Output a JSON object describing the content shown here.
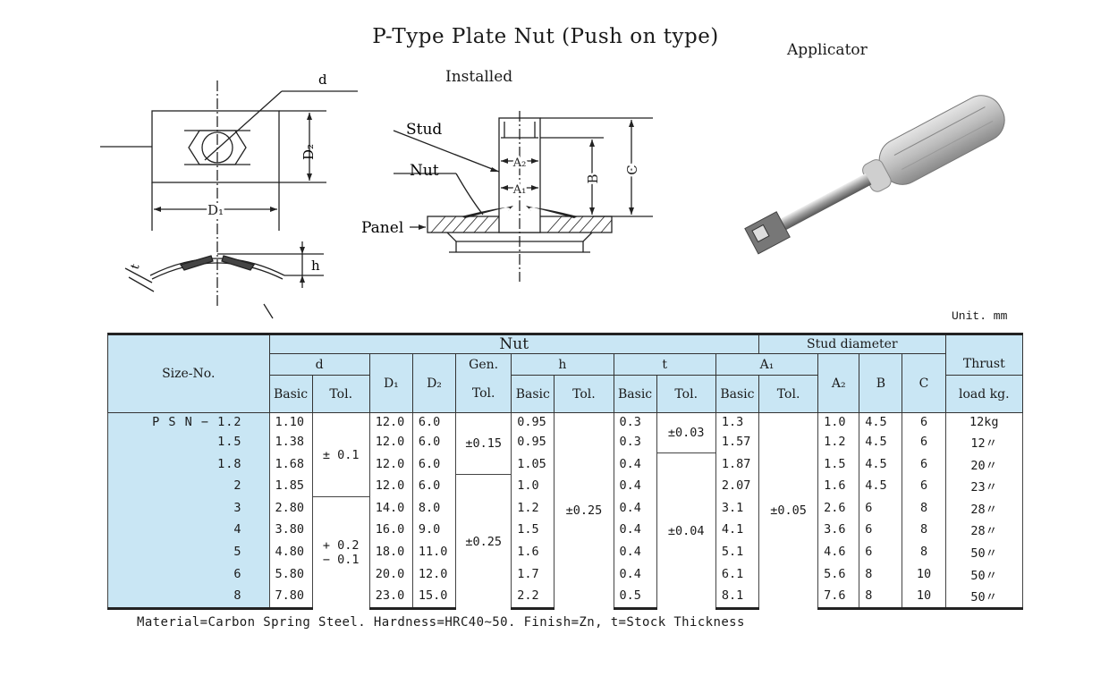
{
  "title": "P-Type Plate Nut (Push on type)",
  "applicator_label": "Applicator",
  "installed_label": "Installed",
  "diagram_labels": {
    "d": "d",
    "D1": "D₁",
    "D2": "D₂",
    "t": "t",
    "h": "h",
    "stud": "Stud",
    "nut": "Nut",
    "panel": "Panel",
    "A1": "A₁",
    "A2": "A₂",
    "B": "B",
    "C": "C"
  },
  "unit": "Unit. mm",
  "table": {
    "headers": {
      "size_no": "Size-No.",
      "nut": "Nut",
      "stud_diameter": "Stud diameter",
      "thrust": "Thrust",
      "load": "load kg.",
      "d": "d",
      "D1": "D₁",
      "D2": "D₂",
      "gen": "Gen.",
      "gen_tol": "Tol.",
      "h": "h",
      "t": "t",
      "A1": "A₁",
      "A2": "A₂",
      "B": "B",
      "C": "C",
      "basic": "Basic",
      "tol": "Tol."
    },
    "rows": [
      {
        "size": "P S N − 1.2",
        "d": "1.10",
        "D1": "12.0",
        "D2": "6.0",
        "h": "0.95",
        "t": "0.3",
        "A1": "1.3",
        "A2": "1.0",
        "B": "4.5",
        "C": "6",
        "load": "12kg"
      },
      {
        "size": "1.5",
        "d": "1.38",
        "D1": "12.0",
        "D2": "6.0",
        "h": "0.95",
        "t": "0.3",
        "A1": "1.57",
        "A2": "1.2",
        "B": "4.5",
        "C": "6",
        "load": "12〃"
      },
      {
        "size": "1.8",
        "d": "1.68",
        "D1": "12.0",
        "D2": "6.0",
        "h": "1.05",
        "t": "0.4",
        "A1": "1.87",
        "A2": "1.5",
        "B": "4.5",
        "C": "6",
        "load": "20〃"
      },
      {
        "size": "2",
        "d": "1.85",
        "D1": "12.0",
        "D2": "6.0",
        "h": "1.0",
        "t": "0.4",
        "A1": "2.07",
        "A2": "1.6",
        "B": "4.5",
        "C": "6",
        "load": "23〃"
      },
      {
        "size": "3",
        "d": "2.80",
        "D1": "14.0",
        "D2": "8.0",
        "h": "1.2",
        "t": "0.4",
        "A1": "3.1",
        "A2": "2.6",
        "B": "6",
        "C": "8",
        "load": "28〃"
      },
      {
        "size": "4",
        "d": "3.80",
        "D1": "16.0",
        "D2": "9.0",
        "h": "1.5",
        "t": "0.4",
        "A1": "4.1",
        "A2": "3.6",
        "B": "6",
        "C": "8",
        "load": "28〃"
      },
      {
        "size": "5",
        "d": "4.80",
        "D1": "18.0",
        "D2": "11.0",
        "h": "1.6",
        "t": "0.4",
        "A1": "5.1",
        "A2": "4.6",
        "B": "6",
        "C": "8",
        "load": "50〃"
      },
      {
        "size": "6",
        "d": "5.80",
        "D1": "20.0",
        "D2": "12.0",
        "h": "1.7",
        "t": "0.4",
        "A1": "6.1",
        "A2": "5.6",
        "B": "8",
        "C": "10",
        "load": "50〃"
      },
      {
        "size": "8",
        "d": "7.80",
        "D1": "23.0",
        "D2": "15.0",
        "h": "2.2",
        "t": "0.5",
        "A1": "8.1",
        "A2": "7.6",
        "B": "8",
        "C": "10",
        "load": "50〃"
      }
    ],
    "tolerances": {
      "d_small": "± 0.1",
      "d_large_1": "+ 0.2",
      "d_large_2": "− 0.1",
      "gen_small": "±0.15",
      "gen_large": "±0.25",
      "h": "±0.25",
      "t_small": "±0.03",
      "t_large": "±0.04",
      "A1": "±0.05"
    }
  },
  "footer": "Material=Carbon Spring Steel. Hardness=HRC40~50. Finish=Zn,  t=Stock Thickness"
}
